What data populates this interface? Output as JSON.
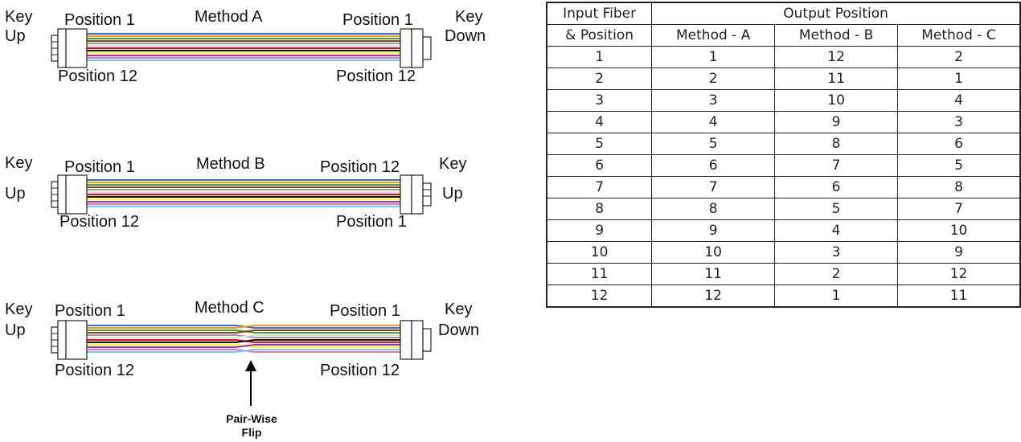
{
  "diagrams": [
    {
      "method_label": "Method A",
      "left_top": "Position 1",
      "left_bottom": "Position 12",
      "right_top": "Position 1",
      "right_bottom": "Position 12",
      "left_key_line1": "Key",
      "left_key_line2": "Up",
      "right_key_line1": "Key",
      "right_key_line2": "Down",
      "crossover": false
    },
    {
      "method_label": "Method B",
      "left_top": "Position 1",
      "left_bottom": "Position 12",
      "right_top": "Position 12",
      "right_bottom": "Position 1",
      "left_key_line1": "Key",
      "left_key_line2": "Up",
      "right_key_line1": "Key",
      "right_key_line2": "Up",
      "crossover": false
    },
    {
      "method_label": "Method C",
      "left_top": "Position 1",
      "left_bottom": "Position 12",
      "right_top": "Position 1",
      "right_bottom": "Position 12",
      "left_key_line1": "Key",
      "left_key_line2": "Up",
      "right_key_line1": "Key",
      "right_key_line2": "Down",
      "crossover": true
    }
  ],
  "annotation": {
    "line1": "Pair-Wise",
    "line2": "Flip"
  },
  "fiber_colors": [
    "#3366ff",
    "#ff9900",
    "#33aa33",
    "#8b4513",
    "#999999",
    "#ffffff",
    "#ff0000",
    "#111111",
    "#ffff00",
    "#9933cc",
    "#ff66cc",
    "#66ccff"
  ],
  "table": {
    "header_col0_line1": "Input Fiber",
    "header_col0_line2": "& Position",
    "header_group": "Output Position",
    "header_methods": [
      "Method - A",
      "Method - B",
      "Method - C"
    ],
    "rows": [
      [
        "1",
        "1",
        "12",
        "2"
      ],
      [
        "2",
        "2",
        "11",
        "1"
      ],
      [
        "3",
        "3",
        "10",
        "4"
      ],
      [
        "4",
        "4",
        "9",
        "3"
      ],
      [
        "5",
        "5",
        "8",
        "6"
      ],
      [
        "6",
        "6",
        "7",
        "5"
      ],
      [
        "7",
        "7",
        "6",
        "8"
      ],
      [
        "8",
        "8",
        "5",
        "7"
      ],
      [
        "9",
        "9",
        "4",
        "10"
      ],
      [
        "10",
        "10",
        "3",
        "9"
      ],
      [
        "11",
        "11",
        "2",
        "12"
      ],
      [
        "12",
        "12",
        "1",
        "11"
      ]
    ]
  }
}
